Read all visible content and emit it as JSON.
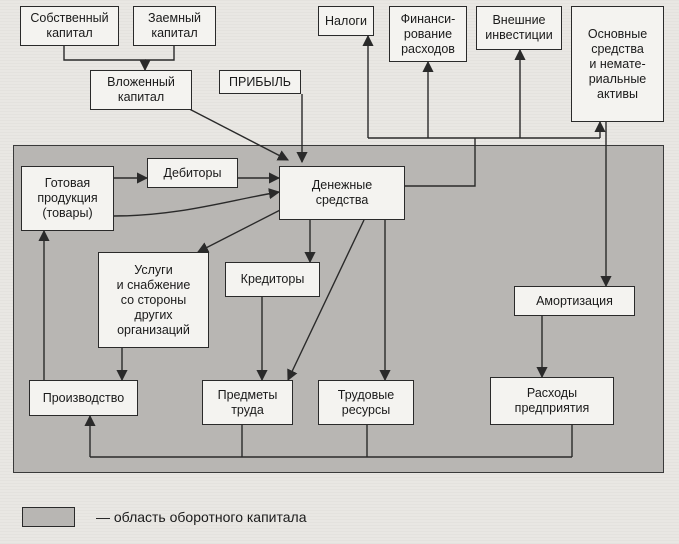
{
  "nodes": {
    "own_capital": "Собственный\nкапитал",
    "borrowed_capital": "Заемный\nкапитал",
    "taxes": "Налоги",
    "financing": "Финанси-\nрование\nрасходов",
    "external_investments": "Внешние\nинвестиции",
    "fixed_assets": "Основные\nсредства\nи немате-\nриальные\nактивы",
    "invested_capital": "Вложенный\nкапитал",
    "profit": "ПРИБЫЛЬ",
    "finished_goods": "Готовая\nпродукция\n(товары)",
    "debtors": "Дебиторы",
    "cash": "Денежные\nсредства",
    "services": "Услуги\nи снабжение\nсо стороны\nдругих\nорганизаций",
    "creditors": "Кредиторы",
    "depreciation": "Амортизация",
    "production": "Производство",
    "materials": "Предметы\nтруда",
    "labor": "Трудовые\nресурсы",
    "expenses": "Расходы\nпредприятия"
  },
  "legend": {
    "text": "— область оборотного капитала"
  },
  "colors": {
    "working_capital_area": "#b8b6b3",
    "box_fill": "#f4f3f0",
    "line": "#2a2a2a"
  }
}
